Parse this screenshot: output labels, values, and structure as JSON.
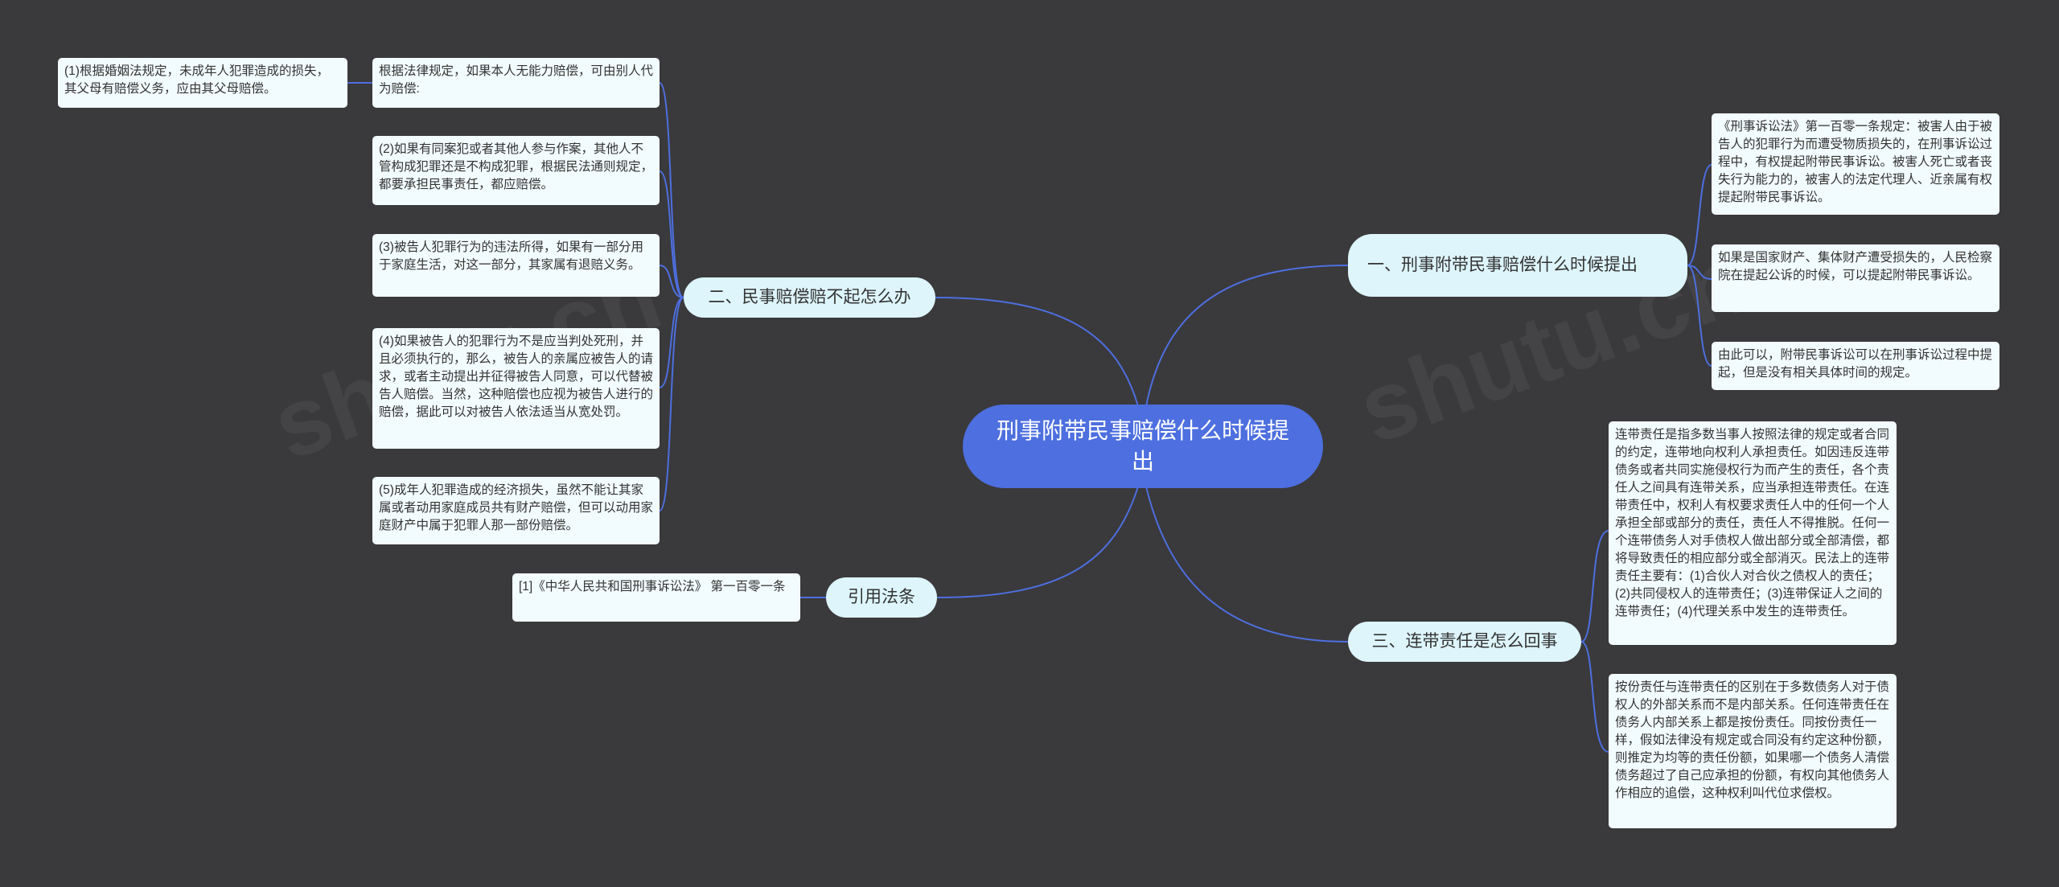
{
  "colors": {
    "background": "#3a393b",
    "root_fill": "#4d6fdf",
    "branch_fill": "#ddf5fb",
    "leaf_fill": "#f2fbfe",
    "connector": "#4d6fdf"
  },
  "root": {
    "label": "刑事附带民事赔偿什么时候提出"
  },
  "branches": {
    "b1": {
      "label": "一、刑事附带民事赔偿什么时候提出",
      "leaves": [
        "《刑事诉讼法》第一百零一条规定：被害人由于被告人的犯罪行为而遭受物质损失的，在刑事诉讼过程中，有权提起附带民事诉讼。被害人死亡或者丧失行为能力的，被害人的法定代理人、近亲属有权提起附带民事诉讼。",
        "如果是国家财产、集体财产遭受损失的，人民检察院在提起公诉的时候，可以提起附带民事诉讼。",
        "由此可以，附带民事诉讼可以在刑事诉讼过程中提起，但是没有相关具体时间的规定。"
      ]
    },
    "b2": {
      "label": "二、民事赔偿赔不起怎么办",
      "leaves": [
        "根据法律规定，如果本人无能力赔偿，可由别人代为赔偿:",
        "(2)如果有同案犯或者其他人参与作案，其他人不管构成犯罪还是不构成犯罪，根据民法通则规定，都要承担民事责任，都应赔偿。",
        "(3)被告人犯罪行为的违法所得，如果有一部分用于家庭生活，对这一部分，其家属有退赔义务。",
        "(4)如果被告人的犯罪行为不是应当判处死刑，并且必须执行的，那么，被告人的亲属应被告人的请求，或者主动提出并征得被告人同意，可以代替被告人赔偿。当然，这种赔偿也应视为被告人进行的赔偿，据此可以对被告人依法适当从宽处罚。",
        "(5)成年人犯罪造成的经济损失，虽然不能让其家属或者动用家庭成员共有财产赔偿，但可以动用家庭财产中属于犯罪人那一部份赔偿。"
      ],
      "subleaf": "(1)根据婚姻法规定，未成年人犯罪造成的损失，其父母有赔偿义务，应由其父母赔偿。"
    },
    "b3": {
      "label": "三、连带责任是怎么回事",
      "leaves": [
        "连带责任是指多数当事人按照法律的规定或者合同的约定，连带地向权利人承担责任。如因违反连带债务或者共同实施侵权行为而产生的责任，各个责任人之间具有连带关系，应当承担连带责任。在连带责任中，权利人有权要求责任人中的任何一个人承担全部或部分的责任，责任人不得推脱。任何一个连带债务人对手债权人做出部分或全部清偿，都将导致责任的相应部分或全部消灭。民法上的连带责任主要有：(1)合伙人对合伙之债权人的责任；(2)共同侵权人的连带责任；(3)连带保证人之间的连带责任；(4)代理关系中发生的连带责任。",
        "按份责任与连带责任的区别在于多数债务人对于债权人的外部关系而不是内部关系。任何连带责任在债务人内部关系上都是按份责任。同按份责任一样，假如法律没有规定或合同没有约定这种份额，则推定为均等的责任份额，如果哪一个债务人清偿债务超过了自己应承担的份额，有权向其他债务人作相应的追偿，这种权利叫代位求偿权。"
      ]
    },
    "b4": {
      "label": "引用法条",
      "leaves": [
        "[1]《中华人民共和国刑事诉讼法》 第一百零一条"
      ]
    }
  }
}
